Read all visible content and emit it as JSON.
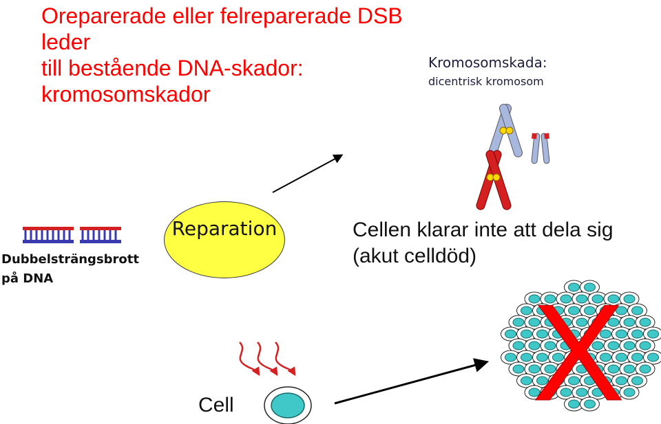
{
  "title": {
    "line1": "Oreparerade eller felreparerade DSB leder",
    "line2": "till bestående DNA-skador:",
    "line3": "kromosomskador"
  },
  "chromosome_damage": {
    "heading": "Kromosomskada",
    "heading_suffix": ":",
    "subheading": "dicentrisk kromosom"
  },
  "dsb": {
    "label_line1": "Dubbelsträngsbrott",
    "label_line2": "på DNA"
  },
  "repair": {
    "label": "Reparation"
  },
  "outcome": {
    "line1": "Cellen klarar inte att dela sig",
    "line2": "(akut celldöd)"
  },
  "cell": {
    "label": "Cell"
  },
  "dead_mark": "X",
  "colors": {
    "title": "#ff0000",
    "repair_fill": "#ffff44",
    "cell_fill": "#40c8c8",
    "chromosome_red": "#d42020",
    "chromosome_blue": "#a8b8dd",
    "centromere": "#ffd800",
    "dna_red": "#d42020",
    "dna_blue": "#3a3ab0",
    "x_mark": "#ff0000"
  }
}
